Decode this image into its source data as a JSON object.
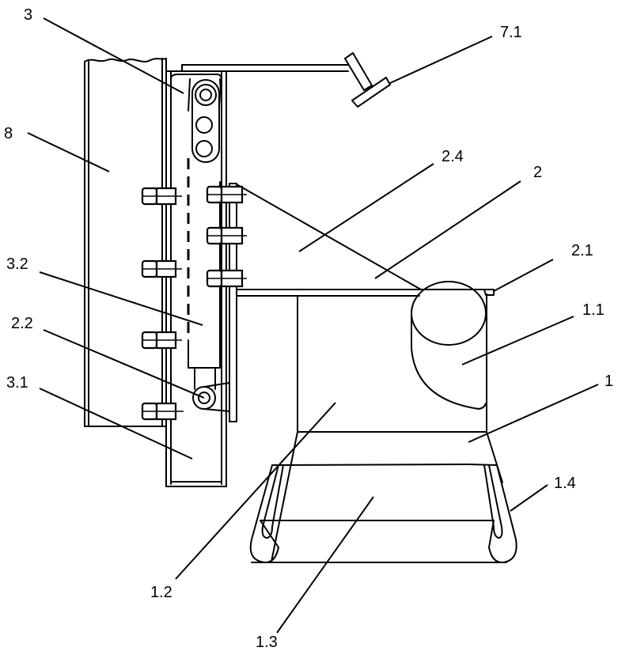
{
  "figure": {
    "type": "mechanical-assembly-drawing",
    "background": "#ffffff",
    "line_color": "#000000"
  },
  "labels": {
    "l3": "3",
    "l8": "8",
    "l71": "7.1",
    "l24": "2.4",
    "l2": "2",
    "l21": "2.1",
    "l11": "1.1",
    "l1": "1",
    "l32": "3.2",
    "l22": "2.2",
    "l31": "3.1",
    "l14": "1.4",
    "l12": "1.2",
    "l13": "1.3"
  }
}
